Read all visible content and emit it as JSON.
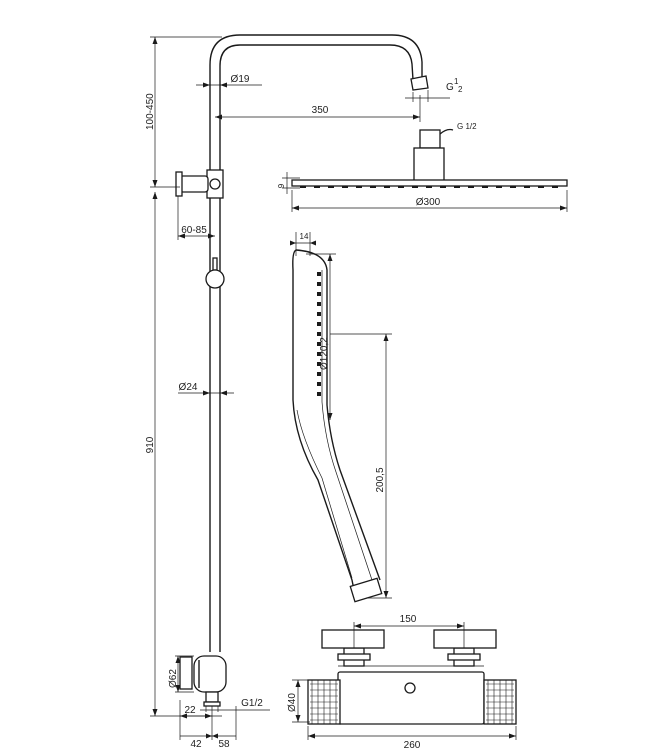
{
  "labels": {
    "height_top": "100-450",
    "height_main": "910",
    "pipe_top": "Ø19",
    "arm_length": "350",
    "g_top_prefix": "G",
    "g_top_num": "1",
    "g_top_den": "2",
    "connector": "G 1/2",
    "head_thickness": "9",
    "head_diameter": "Ø300",
    "slider_offset": "60-85",
    "rail_diameter": "Ø24",
    "handheld_width": "14",
    "handheld_diameter": "Ø120,2",
    "handheld_length": "200,5",
    "valve_diameter": "Ø62",
    "inlet": "G1/2",
    "dim_22": "22",
    "dim_42": "42",
    "dim_58": "58",
    "center_distance": "150",
    "mixer_height": "Ø40",
    "mixer_length": "260"
  }
}
